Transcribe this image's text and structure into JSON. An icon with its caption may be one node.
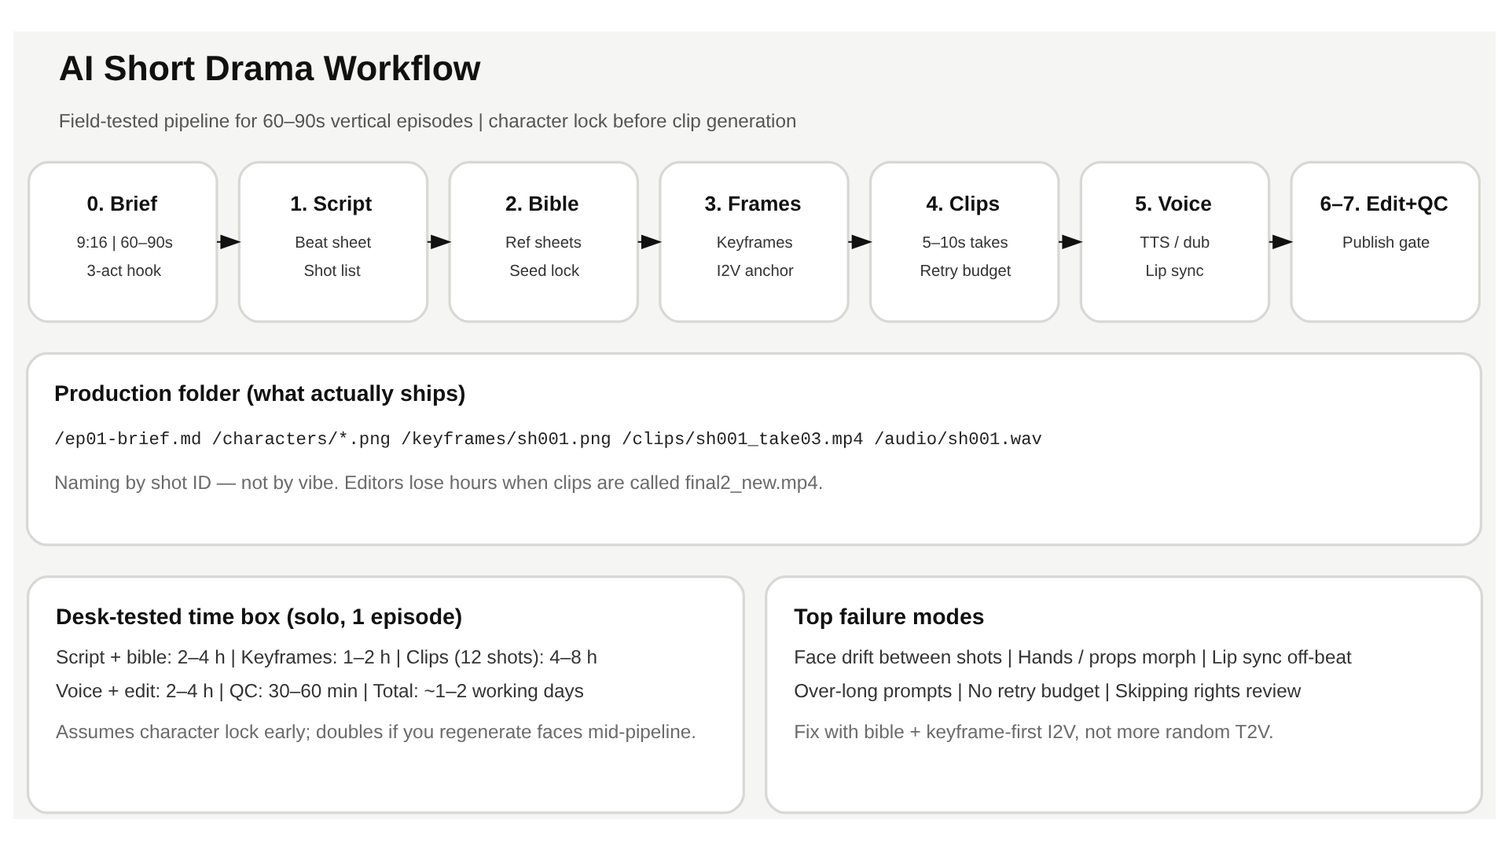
{
  "diagram": {
    "title": "AI Short Drama Workflow",
    "caption": "Field-tested pipeline for 60–90s vertical episodes | character lock before clip generation",
    "nodes": [
      {
        "text": [
          "0. Brief",
          "9:16 | 60–90s",
          "3-act hook"
        ]
      },
      {
        "text": [
          "1. Script",
          "Beat sheet",
          "Shot list"
        ]
      },
      {
        "text": [
          "2. Bible",
          "Ref sheets",
          "Seed lock"
        ]
      },
      {
        "text": [
          "3. Frames",
          "Keyframes",
          "I2V anchor"
        ]
      },
      {
        "text": [
          "4. Clips",
          "5–10s takes",
          "Retry budget"
        ]
      },
      {
        "text": [
          "5. Voice",
          "TTS / dub",
          "Lip sync"
        ]
      },
      {
        "text": [
          "6–7. Edit+QC",
          "Publish gate"
        ]
      },
      {
        "text": [
          "Production folder (what actually ships)",
          "/ep01-brief.md /characters/*.png /keyframes/sh001.png /clips/sh001_take03.mp4 /audio/sh001.wav",
          "Naming by shot ID — not by vibe. Editors lose hours when clips are called final2_new.mp4."
        ]
      },
      {
        "text": [
          "Desk-tested time box (solo, 1 episode)",
          "Script + bible: 2–4 h | Keyframes: 1–2 h | Clips (12 shots): 4–8 h",
          "Voice + edit: 2–4 h | QC: 30–60 min | Total: ~1–2 working days",
          "Assumes character lock early; doubles if you regenerate faces mid-pipeline."
        ]
      },
      {
        "text": [
          "Top failure modes",
          "Face drift between shots | Hands / props morph | Lip sync off-beat",
          "Over-long prompts | No retry budget | Skipping rights review",
          "Fix with bible + keyframe-first I2V, not more random T2V."
        ]
      }
    ],
    "edges": [
      {
        "from": 0,
        "to": 1,
        "arrow": "to"
      },
      {
        "from": 1,
        "to": 2,
        "arrow": "to"
      },
      {
        "from": 2,
        "to": 3,
        "arrow": "to"
      },
      {
        "from": 3,
        "to": 4,
        "arrow": "to"
      },
      {
        "from": 4,
        "to": 5,
        "arrow": "to"
      },
      {
        "from": 5,
        "to": 6,
        "arrow": "to"
      }
    ]
  }
}
